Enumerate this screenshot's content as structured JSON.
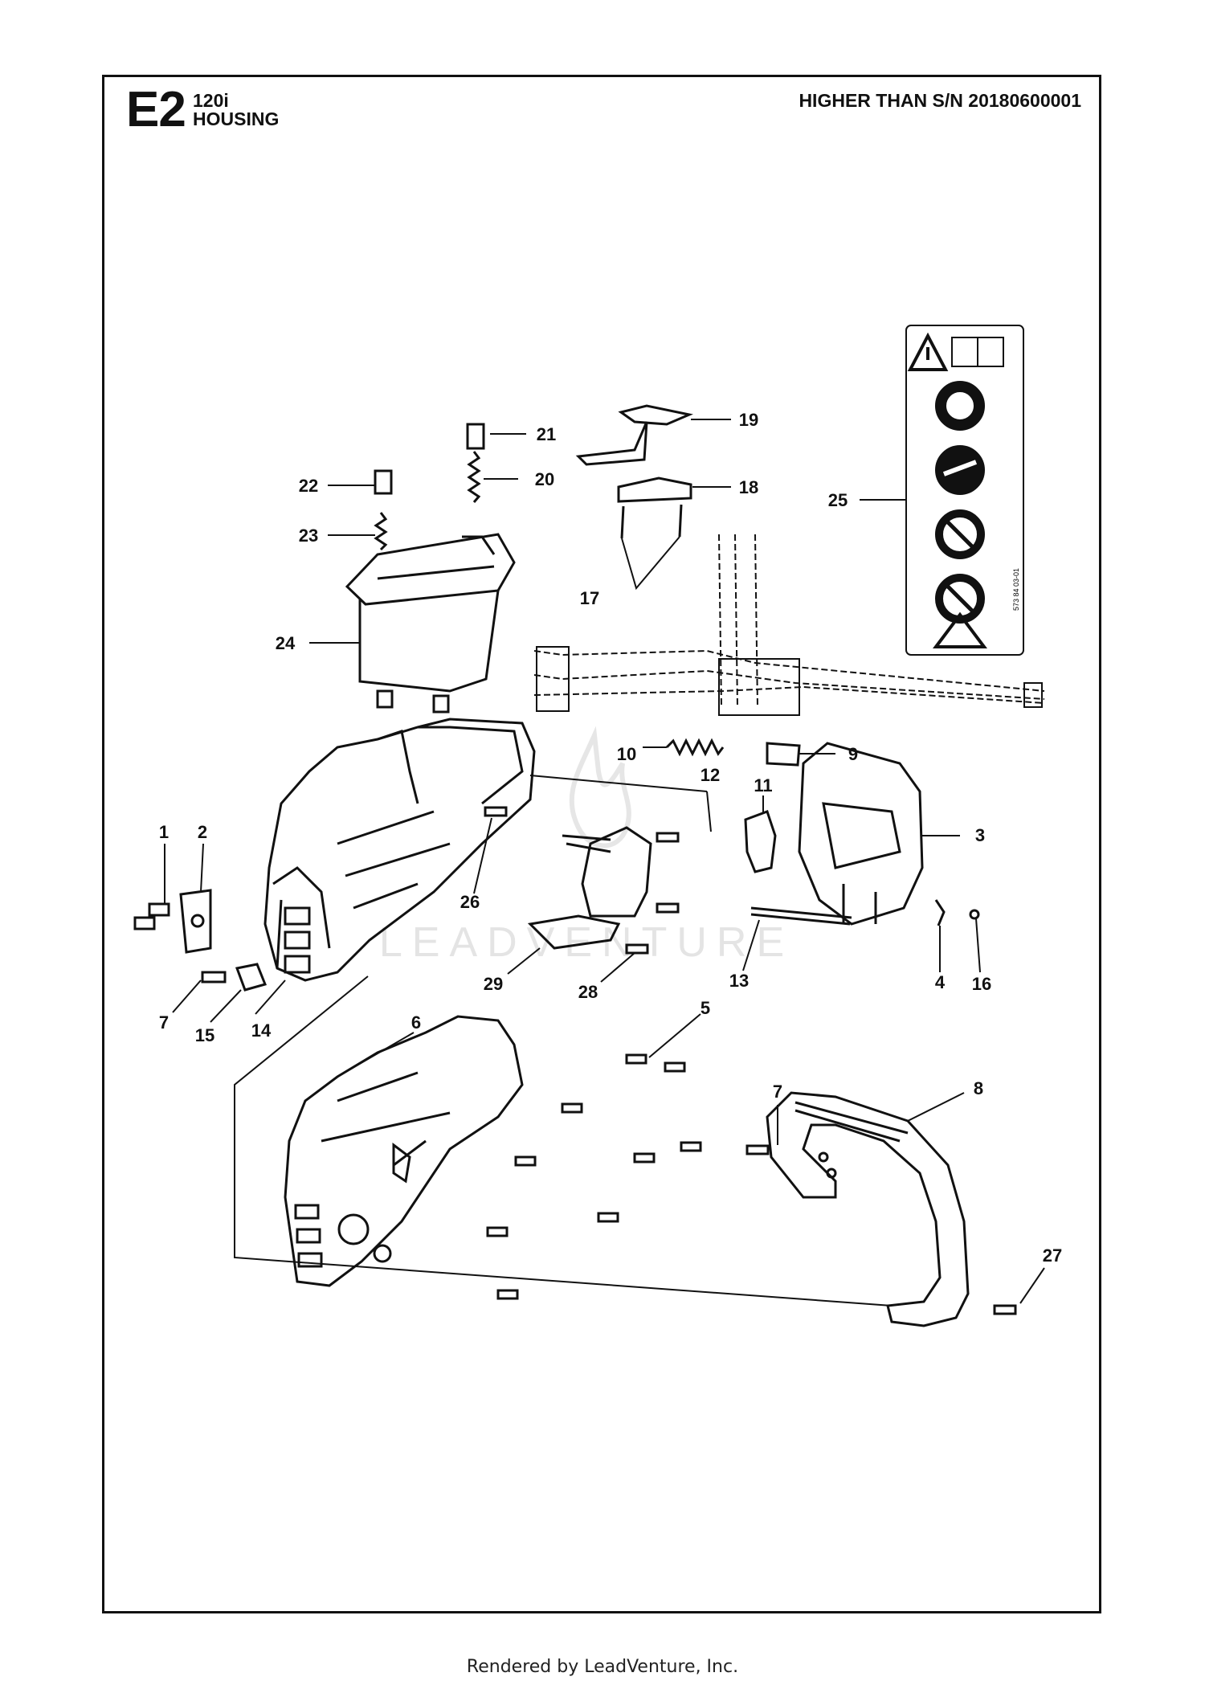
{
  "header": {
    "code": "E2",
    "model": "120i",
    "subtitle": "HOUSING",
    "serial_note": "HIGHER THAN S/N 20180600001"
  },
  "watermark": "LEADVENTURE",
  "footer": "Rendered by LeadVenture, Inc.",
  "callouts": [
    "1",
    "2",
    "3",
    "4",
    "5",
    "6",
    "7",
    "7",
    "8",
    "9",
    "10",
    "11",
    "12",
    "13",
    "14",
    "15",
    "16",
    "17",
    "18",
    "19",
    "20",
    "21",
    "22",
    "23",
    "24",
    "25",
    "26",
    "27",
    "28",
    "29"
  ],
  "label_part_text": "573 84 03-01"
}
